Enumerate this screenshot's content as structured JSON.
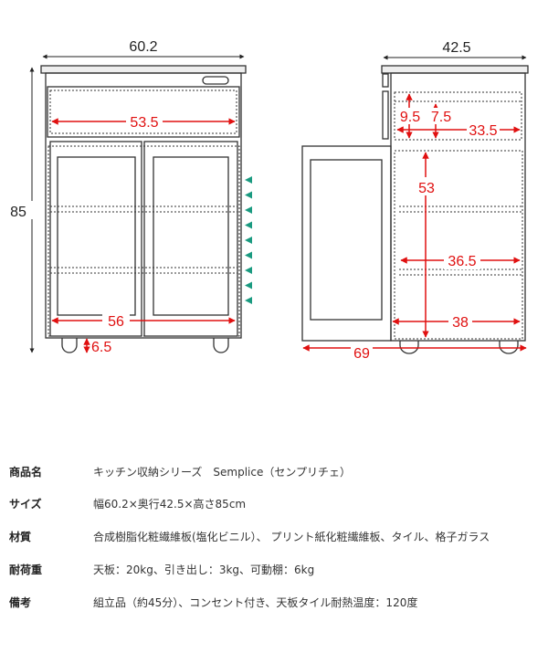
{
  "front_view": {
    "width_label": "60.2",
    "height_label": "85",
    "drawer_width_label": "53.5",
    "door_width_label": "56",
    "clearance_label": "6.5",
    "adjustable_shelf_steps": 9
  },
  "side_view": {
    "depth_label": "42.5",
    "drawer_height_outer_label": "9.5",
    "drawer_height_inner_label": "7.5",
    "drawer_depth_label": "33.5",
    "cabinet_height_label": "53",
    "shelf_depth_label": "36.5",
    "cabinet_depth_label": "38",
    "open_depth_label": "69"
  },
  "specs": [
    {
      "label": "商品名",
      "value": "キッチン収納シリーズ　Semplice（センプリチェ）"
    },
    {
      "label": "サイズ",
      "value": "幅60.2×奥行42.5×高さ85cm"
    },
    {
      "label": "材質",
      "value": "合成樹脂化粧繊維板(塩化ビニル）、 プリント紙化粧繊維板、タイル、格子ガラス"
    },
    {
      "label": "耐荷重",
      "value": "天板：20kg、引き出し：3kg、可動棚：6kg"
    },
    {
      "label": "備考",
      "value": "組立品（約45分）、コンセント付き、天板タイル耐熱温度：120度"
    }
  ],
  "colors": {
    "dimension": "#e01010",
    "shelf_arrow": "#1a9a80",
    "outline": "#333333"
  }
}
